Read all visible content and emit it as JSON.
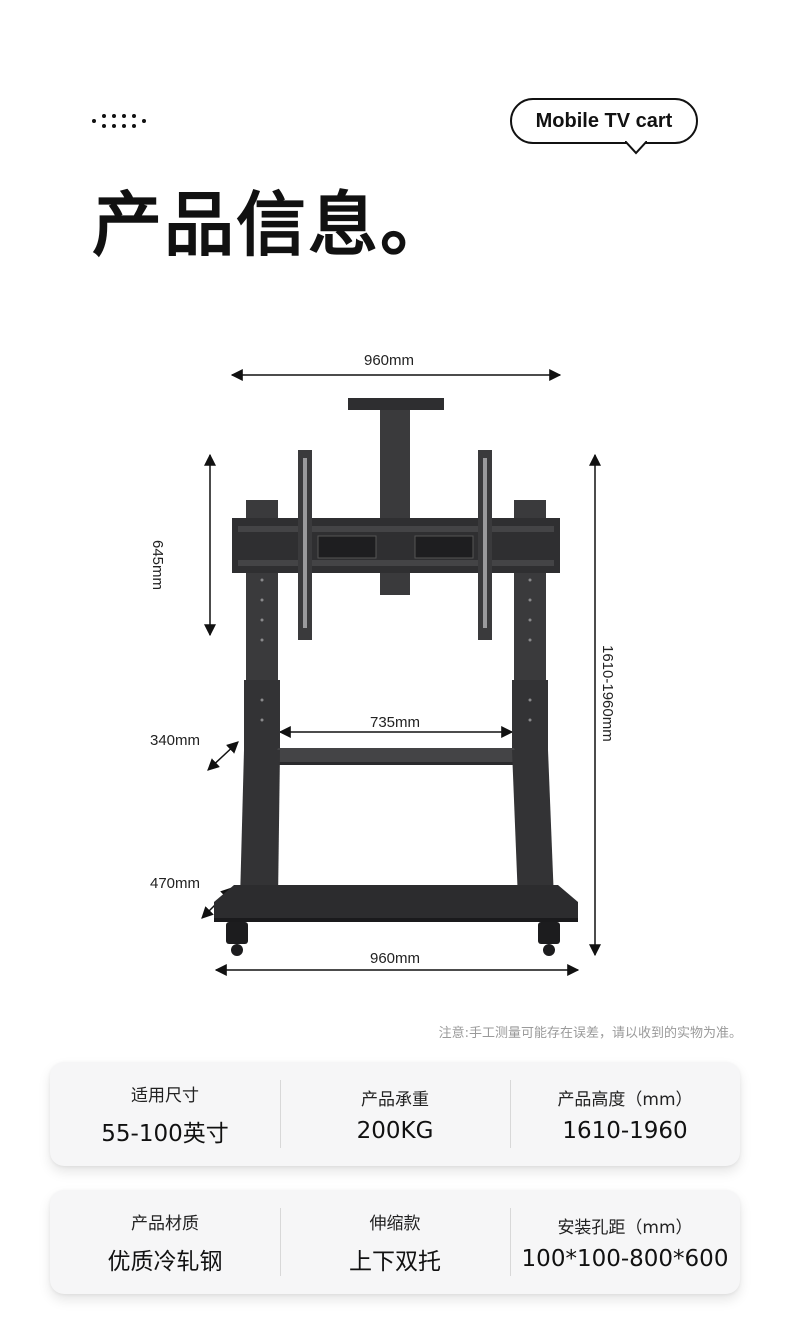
{
  "header": {
    "badge": "Mobile TV cart",
    "title": "产品信息。"
  },
  "diagram": {
    "top_width": "960mm",
    "panel_height": "645mm",
    "total_height": "1610-1960mm",
    "shelf_width": "735mm",
    "shelf_depth": "340mm",
    "base_depth": "470mm",
    "base_width": "960mm"
  },
  "note": "注意:手工测量可能存在误差，请以收到的实物为准。",
  "specs": [
    {
      "label": "适用尺寸",
      "value": "55-100英寸"
    },
    {
      "label": "产品承重",
      "value": "200KG"
    },
    {
      "label": "产品高度（mm）",
      "value": "1610-1960"
    },
    {
      "label": "产品材质",
      "value": "优质冷轧钢"
    },
    {
      "label": "伸缩款",
      "value": "上下双托"
    },
    {
      "label": "安装孔距（mm）",
      "value": "100*100-800*600"
    }
  ],
  "colors": {
    "product": "#3a3a3c",
    "accent": "#111111"
  }
}
